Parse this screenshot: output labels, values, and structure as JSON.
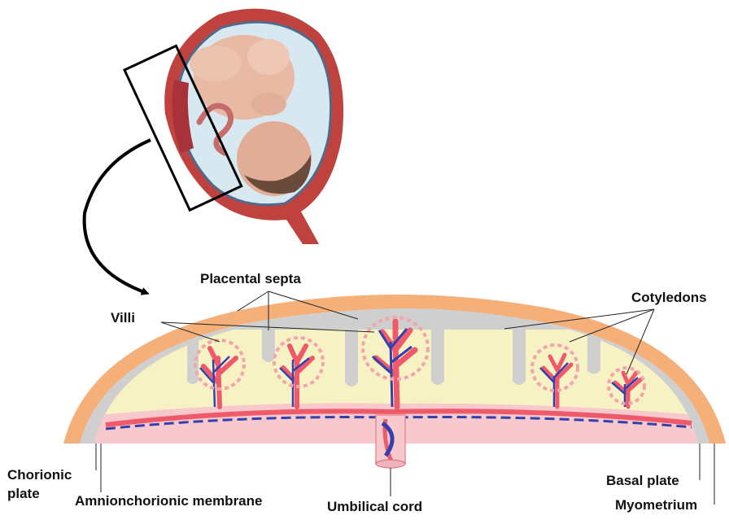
{
  "labels": {
    "placental_septa": "Placental septa",
    "cotyledons": "Cotyledons",
    "villi": "Villi",
    "chorionic_plate_line1": "Chorionic",
    "chorionic_plate_line2": "plate",
    "amnionchorionic_membrane": "Amnionchorionic membrane",
    "umbilical_cord": "Umbilical cord",
    "basal_plate": "Basal plate",
    "myometrium": "Myometrium"
  },
  "colors": {
    "myometrium": "#f5b07a",
    "basal_plate": "#cfcfcf",
    "intervillous_space": "#f7f2c4",
    "chorionic_tissue": "#f7c9cc",
    "artery": "#ef5a6b",
    "vein": "#3340b0",
    "uterus_wall": "#c0423f",
    "amniotic_fluid": "#d8e8f0",
    "fetus_skin": "#e8b9a3"
  }
}
